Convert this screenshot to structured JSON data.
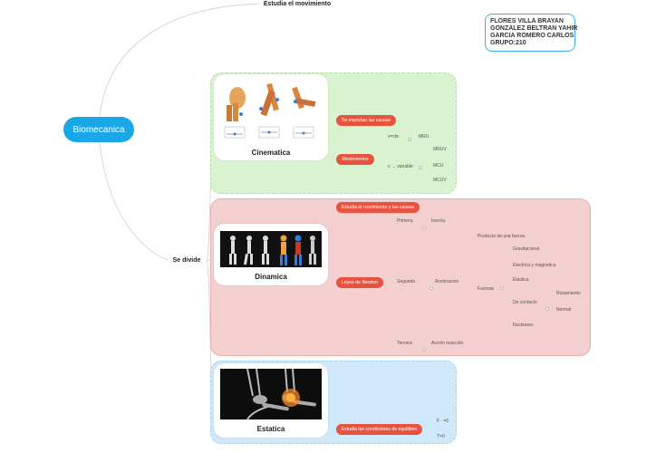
{
  "root": {
    "label": "Biomecanica"
  },
  "topics": {
    "top": "Estudia el movimiento",
    "divide": "Se divide"
  },
  "author": {
    "lines": [
      "FLORES VILLA BRAYAN",
      "GONZALEZ BELTRAN YAHIR",
      "GARCIA ROMERO CARLOS",
      "GRUPO:210"
    ]
  },
  "cinematica": {
    "title": "Cinematica",
    "pill1": "No importan las causas",
    "pill2": "Movimientos",
    "uniform": "v=cte",
    "variable": "v → variable",
    "mru": "MRU",
    "mruv": "MRUV",
    "mcu": "MCU",
    "mcuv": "MCUV"
  },
  "dinamica": {
    "title": "Dinamica",
    "pill1": "Estudia el rcovimiento y las causas",
    "pill2": "Leyes de Newton",
    "primera": "Primera",
    "inercia": "Inercia",
    "segunda": "Segunda",
    "aceleracion": "Aceleracion",
    "producto": "Producto de una fuerza",
    "fuerzas": "Fuerzas",
    "gravitacional": "Gravitacional",
    "electrica": "Electrica y magnetica",
    "elastica": "Elastica",
    "contacto": "De contacto",
    "rozamiento": "Rozamiento",
    "normal": "Normal",
    "nucleares": "Nucleares",
    "tercera": "Tercera",
    "accion": "Acción reacción"
  },
  "estatica": {
    "title": "Estatica",
    "pill1": "Estudia las condiciones de equilibrio",
    "f": "F · =0",
    "t": "T=0"
  },
  "colors": {
    "root": "#1aa7e8",
    "pill": "#e8533f",
    "green_band": "#d9f2d0",
    "red_band": "#f3cfcf",
    "blue_band": "#cfe9fa"
  }
}
